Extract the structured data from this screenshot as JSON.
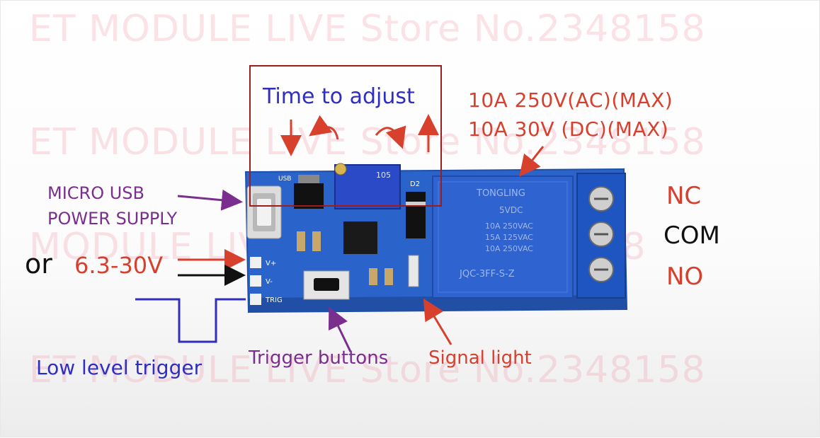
{
  "watermark": {
    "line1": "ET MODULE LIVE  Store No.2348158",
    "line2": "ET MODULE LIVE  Store No.2348158",
    "line3": "MODULE LIVE  Store No.2348158",
    "line4": "ET MODULE LIVE  Store No.2348158"
  },
  "labels": {
    "time_adjust": "Time to adjust",
    "spec_ac": "10A  250V(AC)(MAX)",
    "spec_dc": "10A  30V (DC)(MAX)",
    "usb_line1": "MICRO USB",
    "usb_line2": "POWER SUPPLY",
    "or": "or",
    "voltage": "6.3-30V",
    "nc": "NC",
    "com": "COM",
    "no": "NO",
    "trigger_buttons": "Trigger buttons",
    "signal_light": "Signal light",
    "low_level_trigger": "Low level trigger"
  },
  "board": {
    "relay_brand": "TONGLING",
    "relay_voltage": "5VDC",
    "relay_rating1": "10A 250VAC",
    "relay_rating2": "15A 125VAC",
    "relay_rating3": "10A 250VAC",
    "relay_model": "JQC-3FF-S-Z",
    "pin_vplus": "V+",
    "pin_vminus": "V-",
    "pin_trig": "TRIG",
    "pot_code": "105",
    "led_label": "D2",
    "usb_text": "USB"
  },
  "colors": {
    "pcb": "#2a63c9",
    "relay": "#2f63d0",
    "terminal": "#1e55c0",
    "red_text": "#d8402e",
    "blue_text": "#2f2ec0",
    "purple_text": "#7a2f8e"
  }
}
